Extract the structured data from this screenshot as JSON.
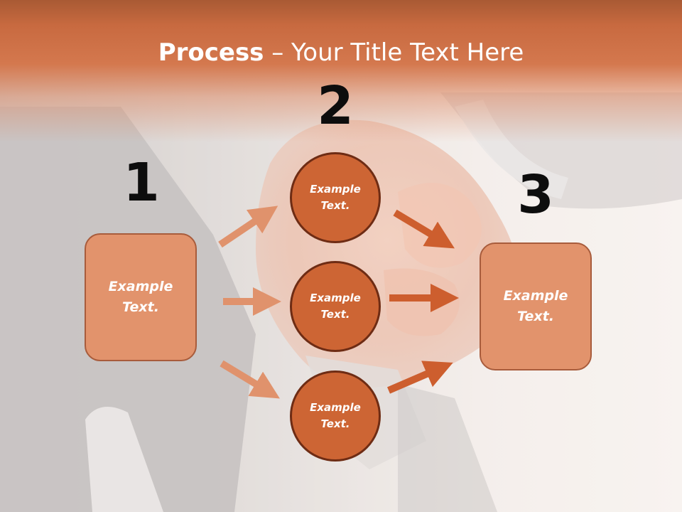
{
  "slide": {
    "title_bold": "Process",
    "title_rest": " – Your Title Text Here",
    "steps": [
      {
        "number": "1"
      },
      {
        "number": "2"
      },
      {
        "number": "3"
      }
    ],
    "input_box": {
      "text": "Example\nText."
    },
    "circles": [
      {
        "text": "Example\nText."
      },
      {
        "text": "Example\nText."
      },
      {
        "text": "Example\nText."
      }
    ],
    "output_box": {
      "text": "Example\nText."
    }
  },
  "colors": {
    "title_band": "#cd6d41",
    "box_fill": "#e2936c",
    "box_border": "#a85c3c",
    "circle_fill": "#cd6534",
    "circle_border": "#6e2c14",
    "arrow_light": "#e0926c",
    "arrow_dark": "#cd5e2e",
    "number_text": "#0d0d0d"
  },
  "background": {
    "description_icon": "handshake-photo"
  }
}
